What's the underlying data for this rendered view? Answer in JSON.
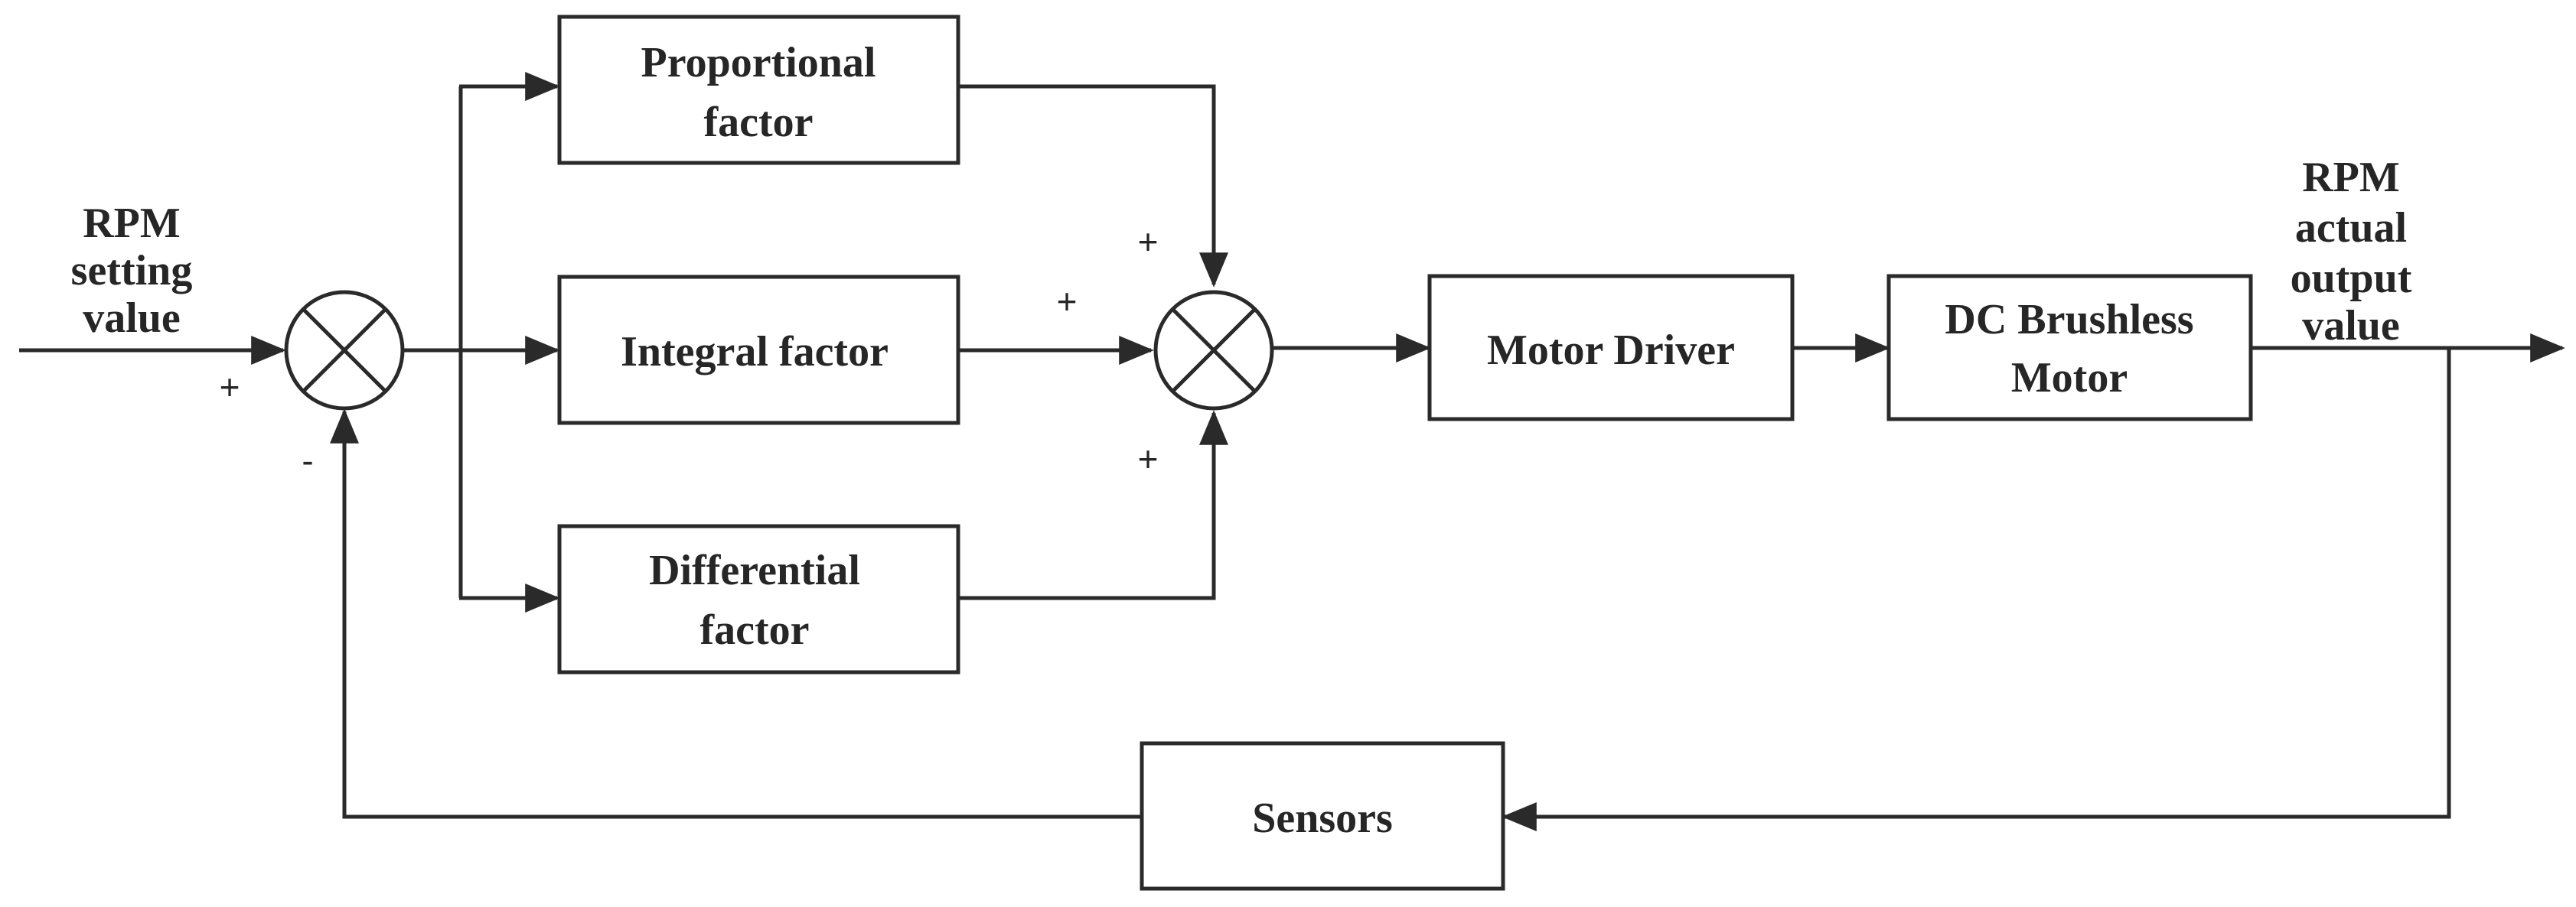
{
  "input": {
    "line1": "RPM",
    "line2": "setting",
    "line3": "value"
  },
  "output": {
    "line1": "RPM",
    "line2": "actual",
    "line3": "output",
    "line4": "value"
  },
  "blocks": {
    "proportional": {
      "line1": "Proportional",
      "line2": "factor"
    },
    "integral": {
      "line1": "Integral factor"
    },
    "differential": {
      "line1": "Differential",
      "line2": "factor"
    },
    "motor_driver": {
      "line1": "Motor Driver"
    },
    "motor": {
      "line1": "DC Brushless",
      "line2": "Motor"
    },
    "sensors": {
      "line1": "Sensors"
    }
  },
  "signs": {
    "sum1_input": "+",
    "sum1_feedback": "-",
    "sum2_top": "+",
    "sum2_left": "+",
    "sum2_bottom": "+"
  },
  "colors": {
    "line": "#2a2a2a",
    "text": "#262626",
    "background": "#ffffff"
  }
}
